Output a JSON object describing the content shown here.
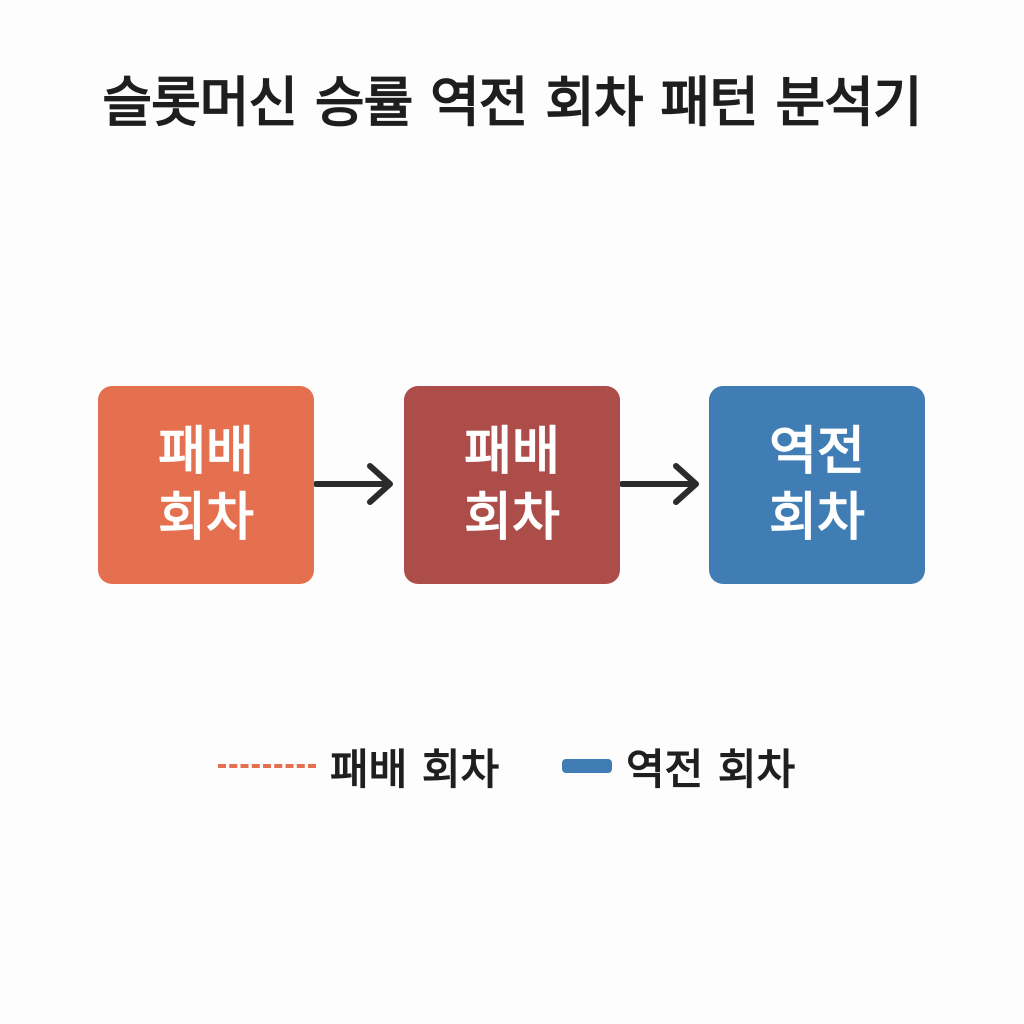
{
  "title": "슬롯머신 승률 역전 회차 패턴 분석기",
  "flow": {
    "boxes": [
      {
        "label": "패배 회차",
        "color": "#e4704f"
      },
      {
        "label": "패배 회차",
        "color": "#ad4d49"
      },
      {
        "label": "역전 회차",
        "color": "#3f7db4"
      }
    ],
    "arrow_color": "#2b2b2b"
  },
  "legend": {
    "items": [
      {
        "label": "패배 회차",
        "style": "dashed",
        "color": "#e4704f"
      },
      {
        "label": "역전 회차",
        "style": "solid",
        "color": "#3f7db4"
      }
    ]
  }
}
